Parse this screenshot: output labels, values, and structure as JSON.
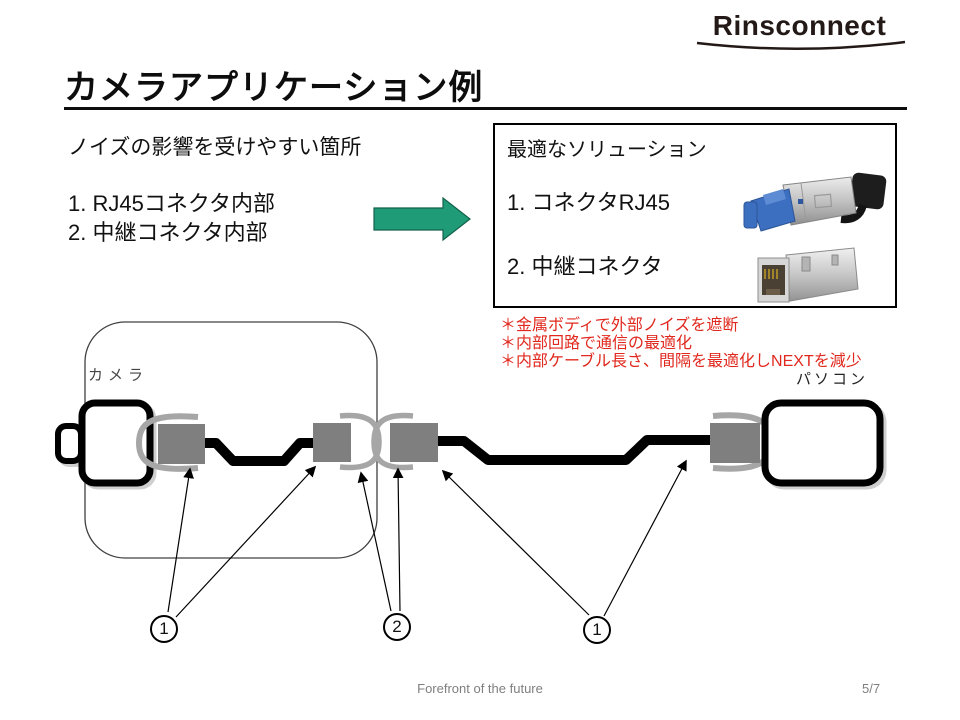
{
  "logo": {
    "text": "Rinsconnect"
  },
  "title": "カメラアプリケーション例",
  "problem": {
    "heading": "ノイズの影響を受けやすい箇所",
    "items": [
      "1. RJ45コネクタ内部",
      "2. 中継コネクタ内部"
    ]
  },
  "solution": {
    "heading": "最適なソリューション",
    "items": [
      "1. コネクタRJ45",
      "2. 中継コネクタ"
    ]
  },
  "notes": [
    "＊金属ボディで外部ノイズを遮断",
    "＊内部回路で通信の最適化",
    "＊内部ケーブル長さ、間隔を最適化しNEXTを減少"
  ],
  "diagram": {
    "camera_label": "カメラ",
    "pc_label": "パソコン",
    "markers": [
      "1",
      "2",
      "1"
    ]
  },
  "footer": {
    "tagline": "Forefront of the future",
    "page": "5/7"
  },
  "colors": {
    "arrow_green": "#1F9B78",
    "note_red": "#E0281E",
    "connector_gray": "#7F7F7F",
    "bracket_gray": "#A6A6A6"
  }
}
